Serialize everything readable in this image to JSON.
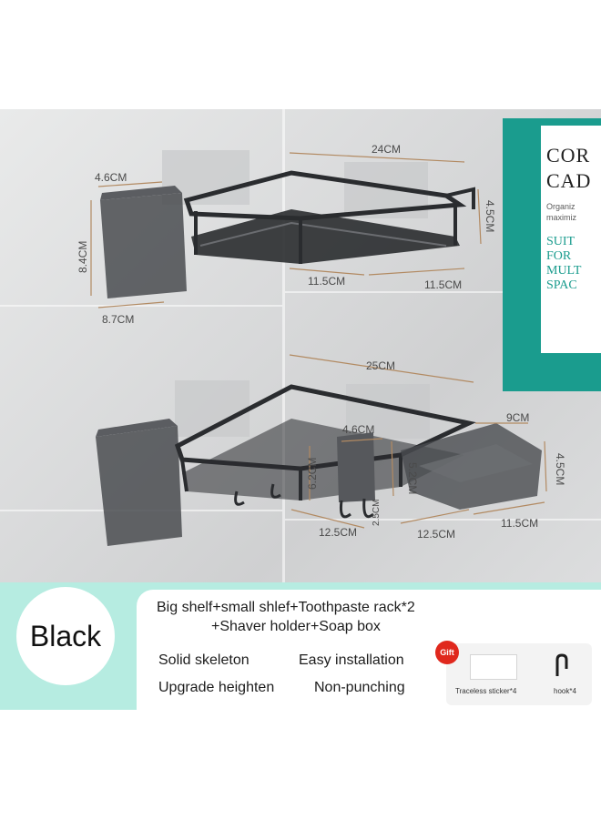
{
  "dimensions": {
    "top_width": "24CM",
    "top_cup_width": "4.6CM",
    "top_cup_height": "8.4CM",
    "top_cup_depth": "8.7CM",
    "top_height": "4.5CM",
    "top_side_left": "11.5CM",
    "top_side_right": "11.5CM",
    "bottom_width": "25CM",
    "holder_width": "4.6CM",
    "holder_left_height": "6.2CM",
    "holder_right_height": "5.2CM",
    "holder_gap": "2.5CM",
    "soap_width": "9CM",
    "soap_height": "4.5CM",
    "bottom_side_left": "12.5CM",
    "bottom_side_right": "12.5CM",
    "soap_depth": "11.5CM"
  },
  "package": {
    "title_line1": "COR",
    "title_line2": "CAD",
    "sub_line1": "Organiz",
    "sub_line2": "maximiz",
    "teal_line1": "SUIT",
    "teal_line2": "FOR",
    "teal_line3": "MULT",
    "teal_line4": "SPAC"
  },
  "info": {
    "color_name": "Black",
    "contents_line1": "Big shelf+small shlef+Toothpaste rack*2",
    "contents_line2": "+Shaver holder+Soap box",
    "features": [
      "Solid skeleton",
      "Easy installation",
      "Upgrade heighten",
      "Non-punching"
    ],
    "gift_badge": "Gift",
    "gift_items": [
      "Traceless sticker*4",
      "hook*4"
    ]
  },
  "colors": {
    "teal": "#1a9c8e",
    "mint": "#b6ece1",
    "gift_red": "#e0281d",
    "rack": "#2a2c2f"
  }
}
